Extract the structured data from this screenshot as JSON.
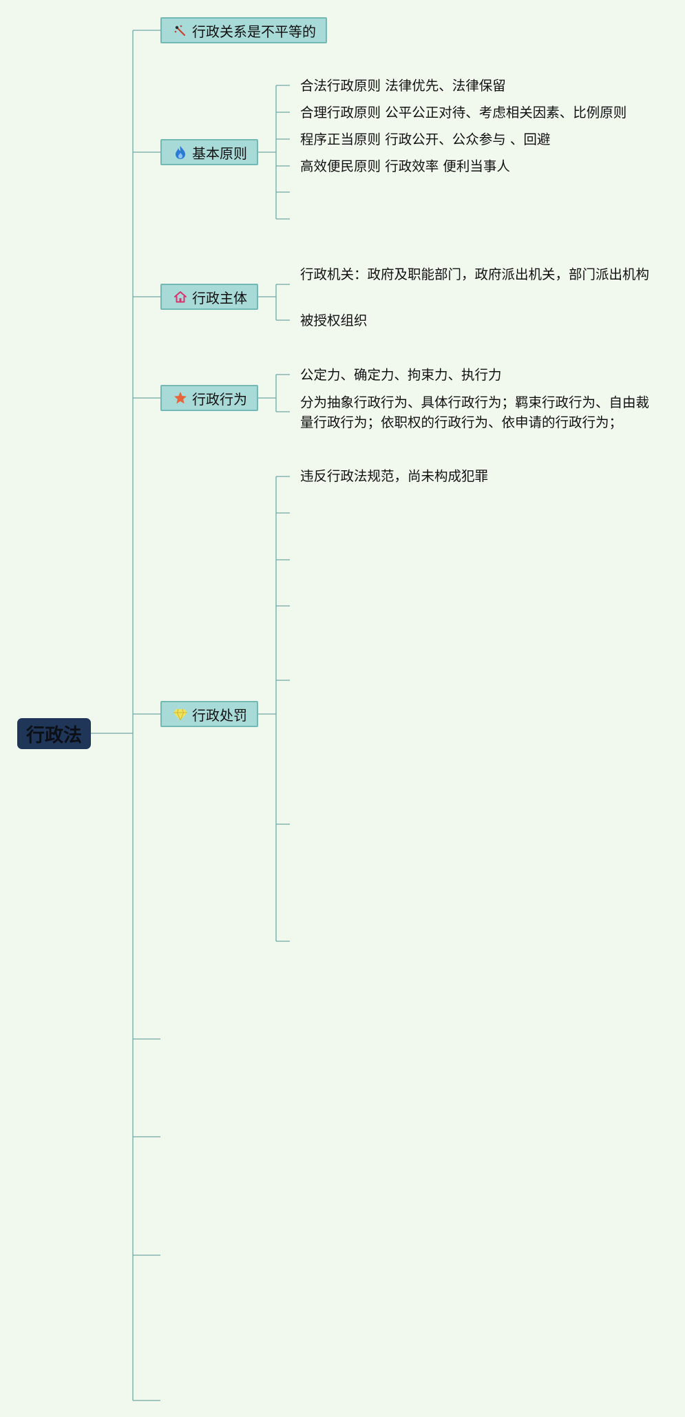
{
  "root": {
    "label": "行政法"
  },
  "branches": [
    {
      "label": "行政关系是不平等的",
      "icon": "pen-icon"
    },
    {
      "label": "基本原则",
      "icon": "flame-icon",
      "children": [
        "合法行政原则 法律优先、法律保留",
        "合理行政原则 公平公正对待、考虑相关因素、比例原则",
        "程序正当原则 行政公开、公众参与 、回避",
        "高效便民原则 行政效率 便利当事人"
      ]
    },
    {
      "label": "行政主体",
      "icon": "house-icon",
      "children": [
        "行政机关：政府及职能部门，政府派出机关，部门派出机构",
        "被授权组织"
      ]
    },
    {
      "label": "行政行为",
      "icon": "star-icon",
      "children": [
        "公定力、确定力、拘束力、执行力",
        "分为抽象行政行为、具体行政行为；羁束行政行为、自由裁量行政行为；依职权的行政行为、依申请的行政行为；"
      ]
    },
    {
      "label": "行政处罚",
      "icon": "diamond-icon",
      "children": [
        "违反行政法规范，尚未构成犯罪"
      ]
    }
  ],
  "colors": {
    "background": "#f1f9ef",
    "root_fill": "#1f3659",
    "node_fill": "#a8dbd8",
    "node_border": "#72b8b4",
    "line": "#6fa9a2"
  }
}
